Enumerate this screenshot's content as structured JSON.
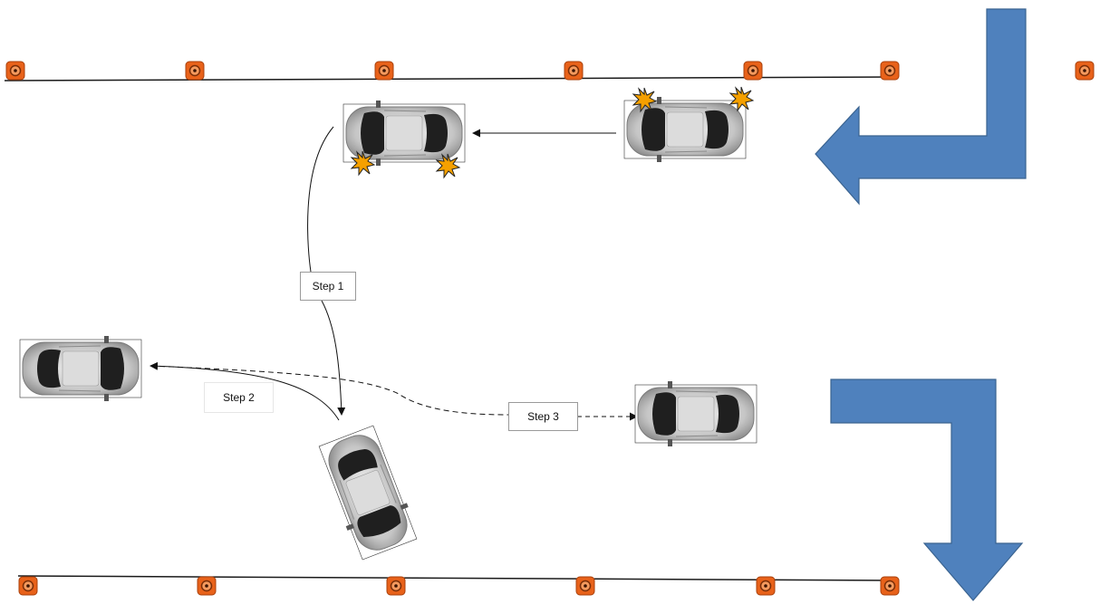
{
  "steps": {
    "step1": "Step 1",
    "step2": "Step 2",
    "step3": "Step 3"
  },
  "colors": {
    "arrow_fill": "#4f81bd",
    "arrow_stroke": "#3a6390",
    "cone": "#e8621a",
    "spark": "#f5a000",
    "car_body": "#c9c9c9",
    "track_line": "#1a1a1a"
  },
  "icons": {
    "cone": "traffic-cone-icon",
    "car": "car-top-view-icon",
    "spark": "collision-spark-icon",
    "arrow": "direction-arrow-icon"
  }
}
